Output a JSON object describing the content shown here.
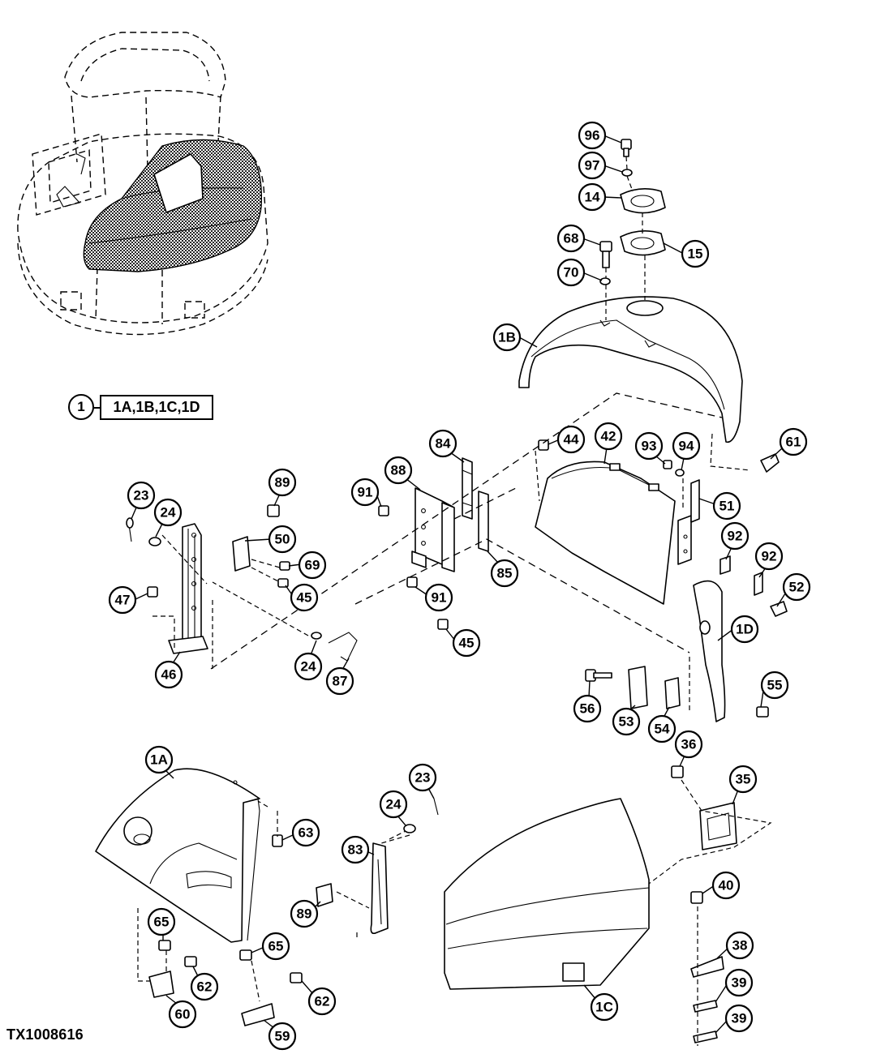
{
  "figure_id": "TX1008616",
  "kit": {
    "callout": "1",
    "contents": "1A,1B,1C,1D"
  },
  "callouts": [
    {
      "id": "c96",
      "label": "96"
    },
    {
      "id": "c97",
      "label": "97"
    },
    {
      "id": "c14",
      "label": "14"
    },
    {
      "id": "c68",
      "label": "68"
    },
    {
      "id": "c15",
      "label": "15"
    },
    {
      "id": "c70",
      "label": "70"
    },
    {
      "id": "c1B",
      "label": "1B"
    },
    {
      "id": "c44",
      "label": "44"
    },
    {
      "id": "c42",
      "label": "42"
    },
    {
      "id": "c93",
      "label": "93"
    },
    {
      "id": "c94",
      "label": "94"
    },
    {
      "id": "c61",
      "label": "61"
    },
    {
      "id": "c84",
      "label": "84"
    },
    {
      "id": "c88",
      "label": "88"
    },
    {
      "id": "c89a",
      "label": "89"
    },
    {
      "id": "c23a",
      "label": "23"
    },
    {
      "id": "c24a",
      "label": "24"
    },
    {
      "id": "c91a",
      "label": "91"
    },
    {
      "id": "c50",
      "label": "50"
    },
    {
      "id": "c69",
      "label": "69"
    },
    {
      "id": "c45a",
      "label": "45"
    },
    {
      "id": "c51",
      "label": "51"
    },
    {
      "id": "c92a",
      "label": "92"
    },
    {
      "id": "c92b",
      "label": "92"
    },
    {
      "id": "c52",
      "label": "52"
    },
    {
      "id": "c85",
      "label": "85"
    },
    {
      "id": "c91b",
      "label": "91"
    },
    {
      "id": "c47",
      "label": "47"
    },
    {
      "id": "c45b",
      "label": "45"
    },
    {
      "id": "c1D",
      "label": "1D"
    },
    {
      "id": "c46",
      "label": "46"
    },
    {
      "id": "c24b",
      "label": "24"
    },
    {
      "id": "c87",
      "label": "87"
    },
    {
      "id": "c55",
      "label": "55"
    },
    {
      "id": "c56",
      "label": "56"
    },
    {
      "id": "c53",
      "label": "53"
    },
    {
      "id": "c54",
      "label": "54"
    },
    {
      "id": "c36",
      "label": "36"
    },
    {
      "id": "c1A",
      "label": "1A"
    },
    {
      "id": "c23b",
      "label": "23"
    },
    {
      "id": "c35",
      "label": "35"
    },
    {
      "id": "c24c",
      "label": "24"
    },
    {
      "id": "c63",
      "label": "63"
    },
    {
      "id": "c83",
      "label": "83"
    },
    {
      "id": "c40",
      "label": "40"
    },
    {
      "id": "c89b",
      "label": "89"
    },
    {
      "id": "c65a",
      "label": "65"
    },
    {
      "id": "c65b",
      "label": "65"
    },
    {
      "id": "c38",
      "label": "38"
    },
    {
      "id": "c62a",
      "label": "62"
    },
    {
      "id": "c62b",
      "label": "62"
    },
    {
      "id": "c39a",
      "label": "39"
    },
    {
      "id": "c60",
      "label": "60"
    },
    {
      "id": "c1C",
      "label": "1C"
    },
    {
      "id": "c59",
      "label": "59"
    },
    {
      "id": "c39b",
      "label": "39"
    }
  ]
}
